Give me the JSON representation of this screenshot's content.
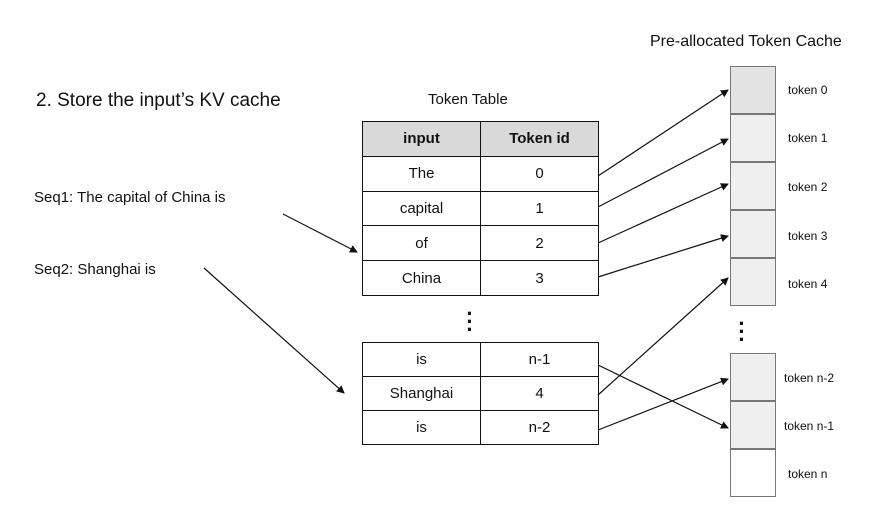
{
  "heading": "2. Store the input’s KV cache",
  "cache_title": "Pre-allocated Token Cache",
  "table_title": "Token Table",
  "sequences": [
    "Seq1: The capital of China is",
    "Seq2: Shanghai is"
  ],
  "token_table": {
    "headers": [
      "input",
      "Token id"
    ],
    "top_rows": [
      {
        "input": "The",
        "token_id": "0"
      },
      {
        "input": "capital",
        "token_id": "1"
      },
      {
        "input": "of",
        "token_id": "2"
      },
      {
        "input": "China",
        "token_id": "3"
      }
    ],
    "bottom_rows": [
      {
        "input": "is",
        "token_id": "n-1"
      },
      {
        "input": "Shanghai",
        "token_id": "4"
      },
      {
        "input": "is",
        "token_id": "n-2"
      }
    ]
  },
  "cache_slots": [
    "token 0",
    "token 1",
    "token 2",
    "token 3",
    "token 4",
    "token n-2",
    "token n-1",
    "token n"
  ],
  "colors": {
    "header_fill": "#d9d9d9",
    "cache_fill": "#efefef",
    "cache_first_fill": "#e3e3e3",
    "line": "#111111"
  }
}
